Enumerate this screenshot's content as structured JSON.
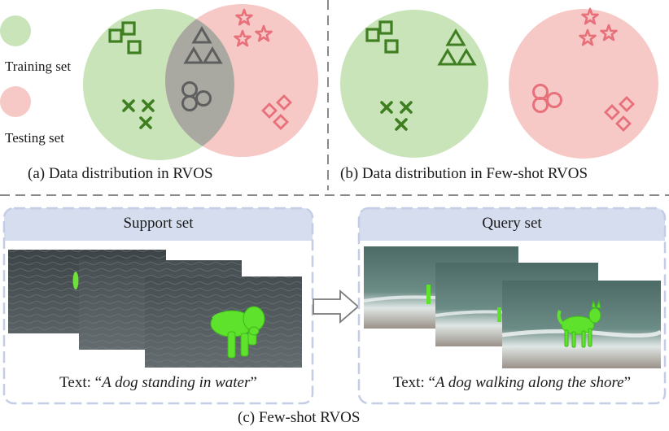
{
  "legend": {
    "training_label": "Training set",
    "testing_label": "Testing set"
  },
  "captions": {
    "a": "(a) Data distribution in RVOS",
    "b": "(b) Data distribution in Few-shot RVOS",
    "c": "(c) Few-shot RVOS"
  },
  "support": {
    "title": "Support set",
    "text_prefix": "Text: “",
    "text_quote": "A dog standing in water",
    "text_suffix": "”"
  },
  "query": {
    "title": "Query set",
    "text_prefix": "Text: “",
    "text_quote": "A dog walking along the shore",
    "text_suffix": "”"
  },
  "colors": {
    "training_fill": "#c8e4b8",
    "testing_fill": "#f7c9c6",
    "overlap_fill": "#a9a9a2",
    "green_symbol": "#3f7f22",
    "red_symbol": "#e8707a",
    "gray_symbol": "#5e5e5e",
    "panel_border": "#c3cde6",
    "panel_header": "#d5ddef",
    "divider": "#8a8a8a"
  }
}
